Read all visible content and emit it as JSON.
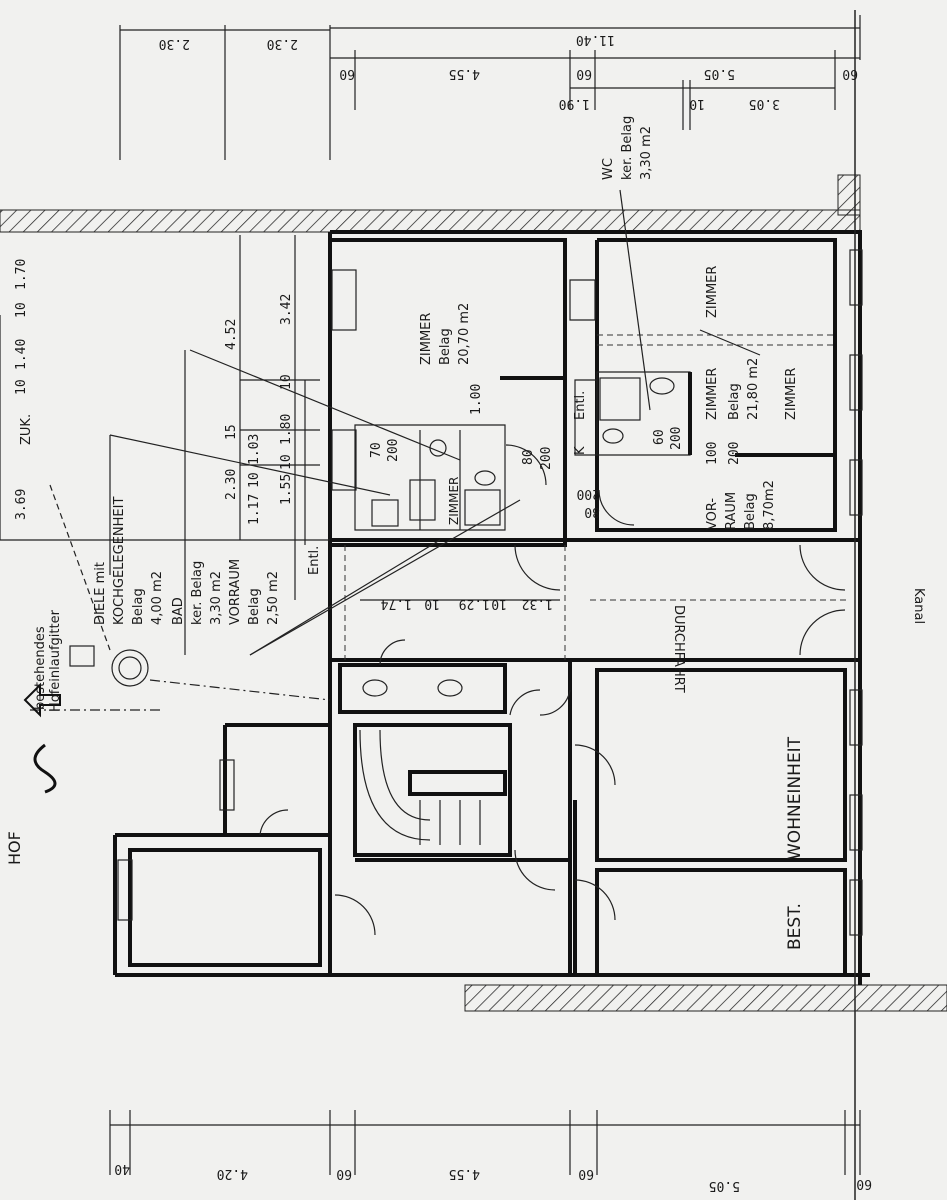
{
  "texts": {
    "hof": "HOF",
    "hofeinlauf": "bestehendes",
    "hofeinlauf2": "Hofeinlaufgitter",
    "diele1": "DIELE mit",
    "diele2": "KOCHGELEGENHEIT",
    "diele3": "Belag",
    "diele4": "4,00  m2",
    "bad1": "BAD",
    "bad2": "ker.  Belag",
    "bad3": "3,30  m2",
    "vorraum1": "VORRAUM",
    "vorraum2": "Belag",
    "vorraum3": "2,50  m2",
    "entl1": "Entl.",
    "zuk": "ZUK.",
    "zimmer_big1": "ZIMMER",
    "zimmer_big2": "Belag",
    "zimmer_big3": "20,70  m2",
    "zimmer_small": "ZIMMER",
    "entl2": "Entl.",
    "k": "K",
    "wc1": "WC",
    "wc2": "ker.  Belag",
    "wc3": "3,30  m2",
    "zimmer_r1": "ZIMMER",
    "zimmer_r2": "ZIMMER",
    "zimmer_r3a": "ZIMMER",
    "zimmer_r3b": "Belag",
    "zimmer_r3c": "21,80  m2",
    "vor1": "VOR-",
    "vor2": "RAUM",
    "vor3": "Belag",
    "vor4": "8,70m2",
    "durchfahrt": "DURCHFAHRT",
    "kanal": "Kanal",
    "best": "BEST.",
    "wohneinheit": "WOHNEINHEIT"
  },
  "dims": {
    "top_230a": "2.30",
    "top_230b": "2.30",
    "top_1140": "11.40",
    "top_60a": "60",
    "top_455": "4.55",
    "top_60b": "60",
    "top_505": "5.05",
    "top_60c": "60",
    "top_190": "1.90",
    "top_10": "10",
    "top_305": "3.05",
    "left_369": "3.69",
    "left_10a": "10",
    "left_140": "1.40",
    "left_10b": "10",
    "left_170": "1.70",
    "left_452": "4.52",
    "left_342": "3.42",
    "left_230": "2.30",
    "left_15": "15",
    "left_117": "1.17",
    "left_10c": "10",
    "left_103": "1.03",
    "left_155": "1.55",
    "left_10d": "10",
    "left_180": "1.80",
    "left_10e": "10",
    "door_70": "70",
    "door_200a": "200",
    "door_100": "1.00",
    "door_80a": "80",
    "door_200b": "200",
    "door_60": "60",
    "door_200c": "200",
    "door_80b": "80",
    "door_200d": "200",
    "door_100b": "100",
    "door_200e": "200",
    "mid_174": "1.74",
    "mid_10a": "10",
    "mid_129": "1.29",
    "mid_10b": "10",
    "mid_132": "1.32",
    "bot_40": "40",
    "bot_420": "4.20",
    "bot_60a": "60",
    "bot_455": "4.55",
    "bot_60b": "60",
    "bot_505": "5.05",
    "bot_60c": "60"
  }
}
